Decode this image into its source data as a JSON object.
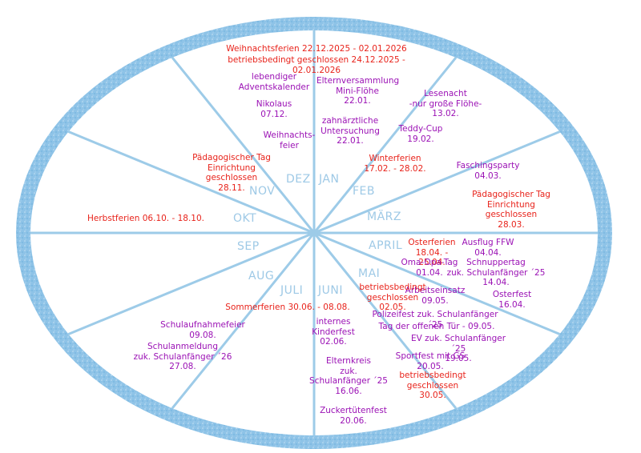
{
  "colors": {
    "ring": "#8cc3e6",
    "spoke": "#9dcbe8",
    "event_red": "#e8231b",
    "event_purple": "#9b12b5",
    "month_label": "#9ec9e6"
  },
  "months": {
    "jan": "JAN",
    "feb": "FEB",
    "maerz": "MÄRZ",
    "april": "APRIL",
    "mai": "MAI",
    "juni": "JUNI",
    "juli": "JULI",
    "aug": "AUG",
    "sep": "SEP",
    "okt": "OKT",
    "nov": "NOV",
    "dez": "DEZ"
  },
  "events": {
    "weihnachtsferien": "Weihnachtsferien 22.12.2025 - 02.01.2026",
    "betriebsbedingt_winter": "betriebsbedingt geschlossen 24.12.2025 - 02.01.2026",
    "adventskalender": "lebendiger\nAdventskalender",
    "nikolaus": "Nikolaus\n07.12.",
    "weihnachtsfeier": "Weihnachts-\nfeier",
    "paed_tag_nov": "Pädagogischer Tag\nEinrichtung\ngeschlossen\n28.11.",
    "herbstferien": "Herbstferien 06.10. - 18.10.",
    "elternversammlung": "Elternversammlung\nMini-Flöhe\n22.01.",
    "zahnarzt": "zahnärztliche\nUntersuchung\n22.01.",
    "lesenacht": "Lesenacht\n-nur große Flöhe-\n13.02.",
    "teddy_cup": "Teddy-Cup\n19.02.",
    "winterferien": "Winterferien\n17.02. - 28.02.",
    "faschingsparty": "Faschingsparty\n04.03.",
    "paed_tag_maerz": "Pädagogischer Tag\nEinrichtung\ngeschlossen\n28.03.",
    "osterferien": "Osterferien\n18.04. - 25.04.",
    "ausflug_ffw": "Ausflug FFW\n04.04.",
    "oma_opa_tag": "Oma-Opa-Tag\n01.04.",
    "schnuppertag": "Schnuppertag\nzuk. Schulanfänger ´25\n14.04.",
    "arbeitseinsatz": "Arbeitseinsatz\n09.05.",
    "osterfest": "Osterfest\n16.04.",
    "betriebsbedingt_mai": "betriebsbedingt\ngeschlossen\n02.05.",
    "polizeifest": "Polizeifest zuk. Schulanfänger ´25",
    "tag_offene_tuer": "Tag der offenen Tür - 09.05.",
    "ev_zuk": "EV zuk. Schulanfänger ´25\n19.05.",
    "sportfest": "Sportfest mit GS\n20.05.",
    "betriebsbedingt_30": "betriebsbedingt\ngeschlossen\n30.05.",
    "sommerferien": "Sommerferien 30.06. - 08.08.",
    "schulaufnahmefeier": "Schulaufnahmefeier\n09.08.",
    "schulanmeldung": "Schulanmeldung\nzuk. Schulanfänger ´26\n27.08.",
    "kinderfest": "internes\nKinderfest\n02.06.",
    "elternkreis": "Elternkreis\nzuk.\nSchulanfänger ´25\n16.06.",
    "zuckertuetenfest": "Zuckertütenfest\n20.06."
  }
}
